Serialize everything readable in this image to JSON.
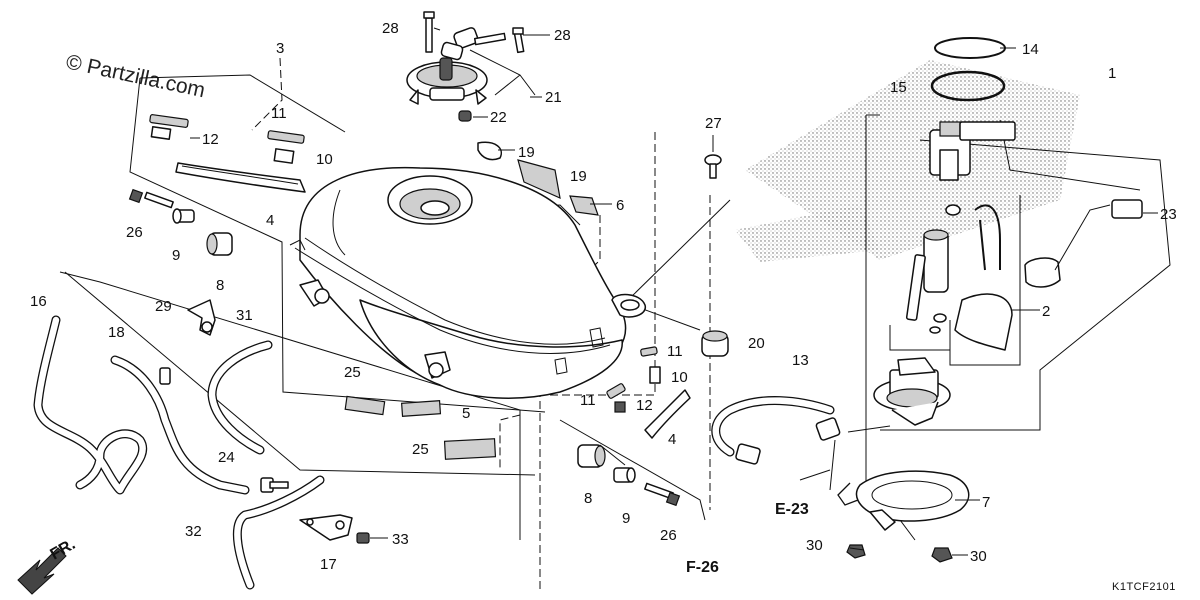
{
  "watermark": "© Partzilla.com",
  "diagram_code": "K1TCF2101",
  "direction": {
    "label": "FR."
  },
  "callouts": {
    "c1": "1",
    "c2": "2",
    "c3": "3",
    "c4a": "4",
    "c4b": "4",
    "c5": "5",
    "c6": "6",
    "c7": "7",
    "c8a": "8",
    "c8b": "8",
    "c9a": "9",
    "c9b": "9",
    "c10a": "10",
    "c10b": "10",
    "c11a": "11",
    "c11b": "11",
    "c11c": "11",
    "c12a": "12",
    "c12b": "12",
    "c13": "13",
    "c14": "14",
    "c15": "15",
    "c16": "16",
    "c17": "17",
    "c18": "18",
    "c19a": "19",
    "c19b": "19",
    "c20": "20",
    "c21": "21",
    "c22": "22",
    "c23": "23",
    "c24": "24",
    "c25a": "25",
    "c25b": "25",
    "c26a": "26",
    "c26b": "26",
    "c27": "27",
    "c28a": "28",
    "c28b": "28",
    "c29": "29",
    "c30a": "30",
    "c30b": "30",
    "c31": "31",
    "c32": "32",
    "c33": "33"
  },
  "references": {
    "e23": "E-23",
    "f26": "F-26"
  }
}
